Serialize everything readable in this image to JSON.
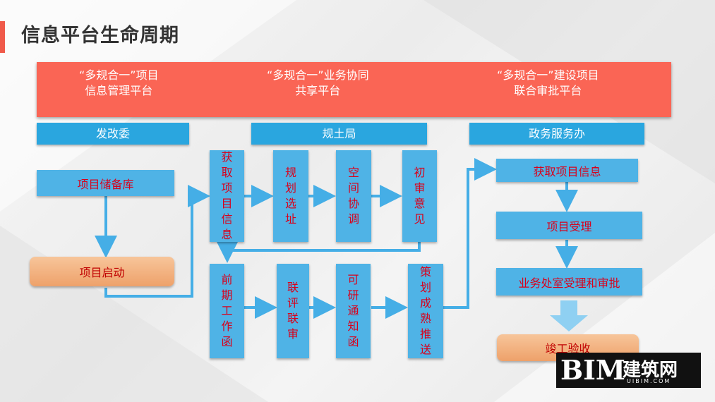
{
  "title": "信息平台生命周期",
  "banner": [
    "“多规合一”项目\n信息管理平台",
    "“多规合一”业务协同\n共享平台",
    "“多规合一”建设项目\n联合审批平台"
  ],
  "departments": [
    "发改委",
    "规土局",
    "政务服务办"
  ],
  "left": {
    "reserve": "项目储备库",
    "start": "项目启动"
  },
  "top_row": [
    "获取项目信息",
    "规划选址",
    "空间协调",
    "初审意见"
  ],
  "bottom_row": [
    "前期工作函",
    "联评联审",
    "可研通知函",
    "策划成熟推送"
  ],
  "right": {
    "info": "获取项目信息",
    "accept": "项目受理",
    "review": "业务处室受理和审批",
    "done": "竣工验收"
  },
  "logo": {
    "bim": "BIM",
    "cn": "建筑网",
    "url": "UIBIM.COM"
  },
  "colors": {
    "banner": "#fa6555",
    "dept": "#2aa6df",
    "box": "#4fb3e6",
    "text_red": "#d9001b",
    "arrow": "#45aee6"
  }
}
